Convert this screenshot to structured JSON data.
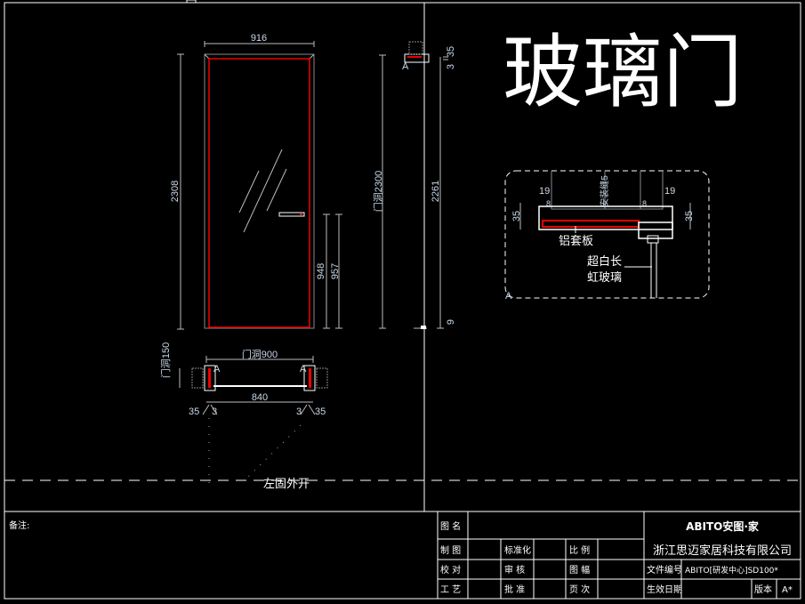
{
  "title": "玻璃门",
  "elevation": {
    "width_dim": "916",
    "height_dim": "2308",
    "handle_height_1": "948",
    "handle_height_2": "957",
    "opening_height": "门洞2300",
    "frame_height": "2261",
    "top_dim_1": "35",
    "top_dim_2": "3",
    "bottom_dim": "9",
    "section_marker": "A"
  },
  "plan": {
    "opening_width": "门洞900",
    "opening_depth": "门洞150",
    "inner_width": "840",
    "left_dim_1": "35",
    "left_dim_2": "3",
    "right_dim_1": "3",
    "right_dim_2": "35",
    "marker_left": "A",
    "marker_right": "A",
    "swing_label": "左固外开"
  },
  "detail": {
    "marker": "A",
    "dim_left_width": "19",
    "dim_right_width": "19",
    "dim_left_height": "35",
    "dim_right_height": "35",
    "dim_gap_left": "8",
    "dim_gap_right": "8",
    "install_gap": "安装缝5",
    "label_sleeve": "铝套板",
    "label_glass_line1": "超白长",
    "label_glass_line2": "虹玻璃"
  },
  "title_block": {
    "notes_label": "备注:",
    "drawing_name_label": "图  名",
    "drawn_by_label": "制  图",
    "checked_label": "校  对",
    "process_label": "工  艺",
    "standardization_label": "标准化",
    "review_label": "审  核",
    "approve_label": "批  准",
    "scale_label": "比  例",
    "sheet_size_label": "图  幅",
    "page_label": "页  次",
    "brand": "ABITO安图·家",
    "company": "浙江思迈家居科技有限公司",
    "file_no_label": "文件编号",
    "file_no_value": "ABITO[研发中心]SD100*",
    "effective_date_label": "生效日期",
    "version_label": "版本",
    "version_value": "A*"
  }
}
